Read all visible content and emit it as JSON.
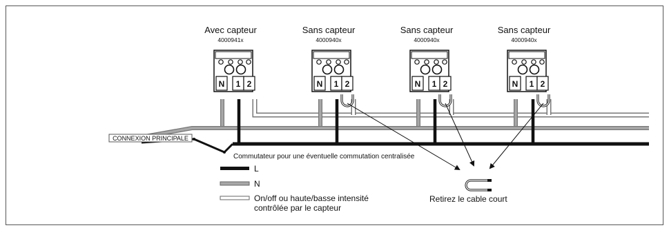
{
  "devices": [
    {
      "title": "Avec capteur",
      "code": "4000941x",
      "terminals": [
        "N",
        "1",
        "2"
      ]
    },
    {
      "title": "Sans capteur",
      "code": "4000940x",
      "terminals": [
        "N",
        "1",
        "2"
      ]
    },
    {
      "title": "Sans capteur",
      "code": "4000940x",
      "terminals": [
        "N",
        "1",
        "2"
      ]
    },
    {
      "title": "Sans capteur",
      "code": "4000940x",
      "terminals": [
        "N",
        "1",
        "2"
      ]
    }
  ],
  "main_connection_label": "CONNEXION PRINCIPALE",
  "switch_label": "Commutateur pour une éventuelle commutation centralisée",
  "legend": {
    "l_label": "L",
    "n_label": "N",
    "sensor_line1": "On/off ou haute/basse intensité",
    "sensor_line2": "contrôlée par le capteur"
  },
  "remove_cable_label": "Retirez le cable court",
  "colors": {
    "live": "#111111",
    "neutral": "#8c8c8c",
    "frame": "#555555"
  }
}
